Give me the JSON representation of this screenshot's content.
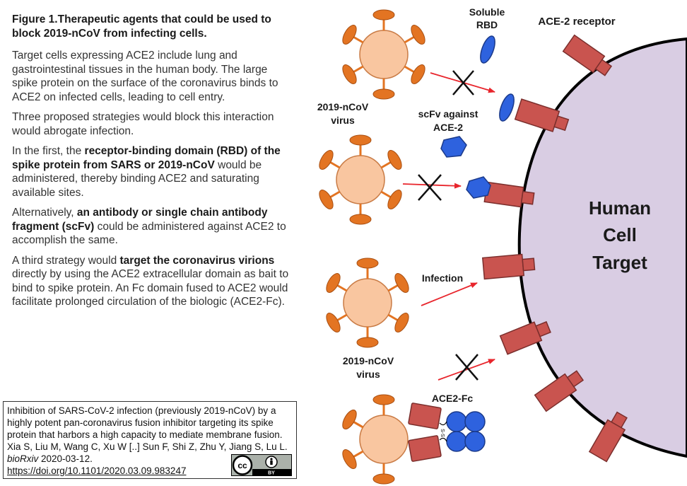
{
  "figure": {
    "title": "Figure 1.Therapeutic agents that could be used to block 2019-nCoV from infecting cells.",
    "p1": "Target cells expressing ACE2 include lung and gastrointestinal tissues in the human body. The large spike protein on the surface of the coronavirus binds to ACE2 on infected cells, leading to cell entry.",
    "p2": "Three proposed strategies would block this interaction would abrogate infection.",
    "p3_pre": "In the first, the ",
    "p3_bold": "receptor-binding domain (RBD) of the spike protein from SARS or 2019-nCoV",
    "p3_post": " would be administered, thereby binding ACE2 and saturating available sites.",
    "p4_pre": "Alternatively, ",
    "p4_bold": "an antibody or single chain antibody fragment (scFv)",
    "p4_post": " could be administered against ACE2 to accomplish the same.",
    "p5_pre": "A third strategy would ",
    "p5_bold": "target the coronavirus virions",
    "p5_post": " directly by using the ACE2 extracellular domain as bait to bind to spike protein. An Fc domain fused to ACE2 would facilitate prolonged circulation of the biologic (ACE2-Fc)."
  },
  "citation": {
    "text": "Inhibition of SARS-CoV-2 infection (previously 2019-nCoV) by a highly potent pan-coronavirus fusion inhibitor targeting its spike protein that harbors a high capacity to mediate membrane fusion. Xia S, Liu M, Wang C, Xu W [..] Sun F, Shi Z, Zhu Y, Jiang S, Lu L.",
    "journal": "bioRxiv",
    "date": " 2020-03-12.",
    "doi": "https://doi.org/10.1101/2020.03.09.983247",
    "license_by": "BY"
  },
  "diagram": {
    "soluble_rbd_line1": "Soluble",
    "soluble_rbd_line2": "RBD",
    "ace2_receptor": "ACE-2 receptor",
    "virus1_line1": "2019-nCoV",
    "virus1_line2": "virus",
    "scfv_line1": "scFv against",
    "scfv_line2": "ACE-2",
    "cell_line1": "Human",
    "cell_line2": "Cell",
    "cell_line3": "Target",
    "infection": "Infection",
    "virus2_line1": "2019-nCoV",
    "virus2_line2": "virus",
    "ace2fc": "ACE2-Fc",
    "ss": "S-S"
  },
  "colors": {
    "virus_fill": "#f9c6a0",
    "spike": "#e37422",
    "receptor": "#c9544f",
    "rbd_blue": "#2e62de",
    "fc_blue": "#2e62de",
    "arrow": "#e8252c",
    "cell_fill": "#d9cde3"
  }
}
